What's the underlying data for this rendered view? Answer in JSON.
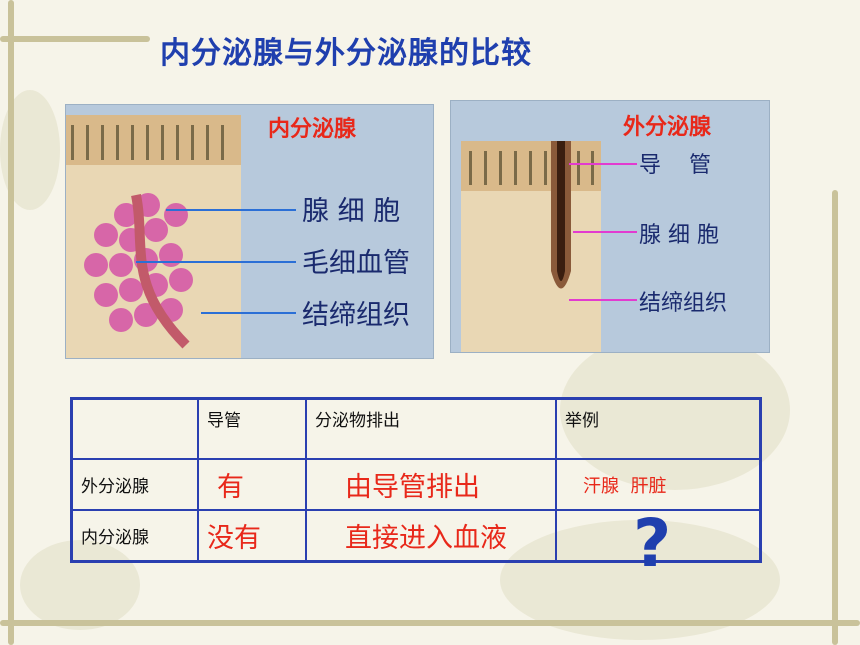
{
  "slide": {
    "title": "内分泌腺与外分泌腺的比较"
  },
  "left_figure": {
    "title": "内分泌腺",
    "labels": [
      "腺 细 胞",
      "毛细血管",
      "结缔组织"
    ]
  },
  "right_figure": {
    "title": "外分泌腺",
    "labels": [
      "导    管",
      "腺 细 胞",
      "结缔组织"
    ]
  },
  "table": {
    "headers": [
      "",
      "导管",
      "分泌物排出",
      "举例"
    ],
    "rows": [
      {
        "name": "外分泌腺",
        "duct": "有",
        "secretion": "由导管排出",
        "example": "汗腺  肝脏"
      },
      {
        "name": "内分泌腺",
        "duct": "没有",
        "secretion": "直接进入血液",
        "example": ""
      }
    ]
  },
  "question_mark": "?",
  "colors": {
    "title": "#1f3fae",
    "highlight": "#e8281a",
    "table_border": "#2a3fb0"
  }
}
